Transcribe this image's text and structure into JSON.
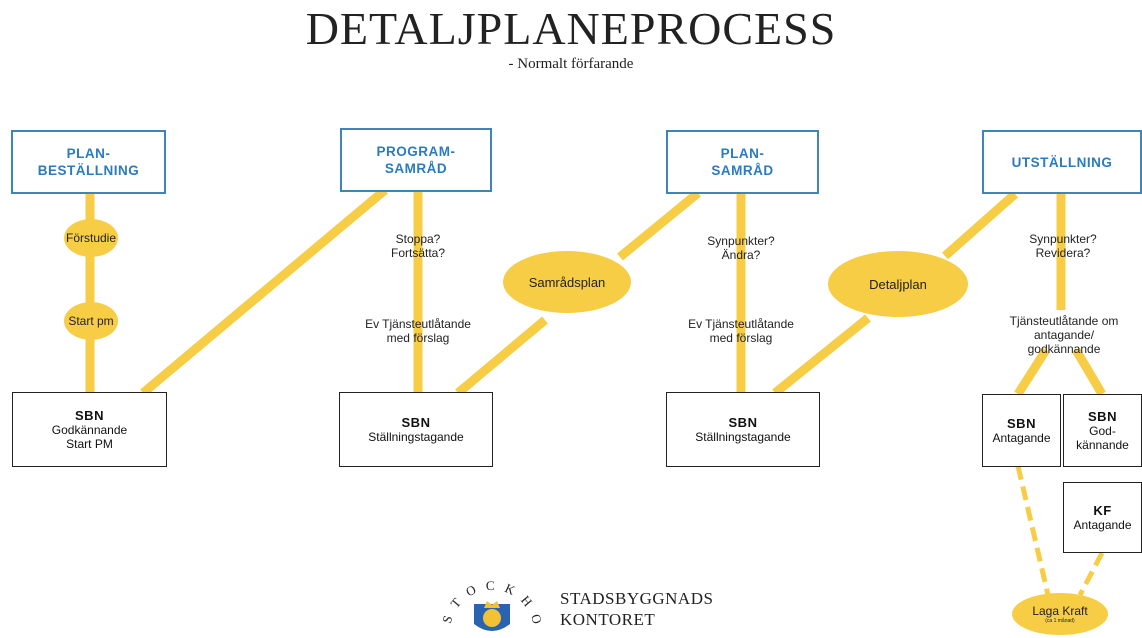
{
  "title": "DETALJPLANEPROCESS",
  "subtitle": "- Normalt förfarande",
  "colors": {
    "phase_border": "#3f86b8",
    "phase_text": "#2a7bbf",
    "connector": "#f7cd45"
  },
  "phases": [
    {
      "id": "plan-bestallning",
      "label": "PLAN-\nBESTÄLLNING"
    },
    {
      "id": "program-samrad",
      "label": "PROGRAM-\nSAMRÅD"
    },
    {
      "id": "plan-samrad",
      "label": "PLAN-\nSAMRÅD"
    },
    {
      "id": "utstallning",
      "label": "UTSTÄLLNING"
    }
  ],
  "steps": {
    "forstudie": "Förstudie",
    "start_pm": "Start pm",
    "stoppa": "Stoppa?\nFortsätta?",
    "tjanste1": "Ev Tjänsteutlåtande\nmed förslag",
    "samradsplan": "Samrådsplan",
    "synpunkter1": "Synpunkter?\nÄndra?",
    "tjanste2": "Ev Tjänsteutlåtande\nmed förslag",
    "detaljplan": "Detaljplan",
    "synpunkter2": "Synpunkter?\nRevidera?",
    "tjanste3": "Tjänsteutlåtande om\nantagande/\ngodkännande"
  },
  "decisions": [
    {
      "id": "sbn-1",
      "head": "SBN",
      "body": "Godkännande\nStart PM"
    },
    {
      "id": "sbn-2",
      "head": "SBN",
      "body": "Ställningstagande"
    },
    {
      "id": "sbn-3",
      "head": "SBN",
      "body": "Ställningstagande"
    },
    {
      "id": "sbn-4",
      "head": "SBN",
      "body": "Antagande"
    },
    {
      "id": "sbn-5",
      "head": "SBN",
      "body": "God-\nkännande"
    },
    {
      "id": "kf",
      "head": "KF",
      "body": "Antagande"
    }
  ],
  "laga_kraft": {
    "label": "Laga Kraft",
    "note": "(ca 1 månad)"
  },
  "brand": {
    "line1": "STADSBYGGNADS",
    "line2": "KONTORET",
    "seal_text": "STOCKHOLMS STAD"
  }
}
